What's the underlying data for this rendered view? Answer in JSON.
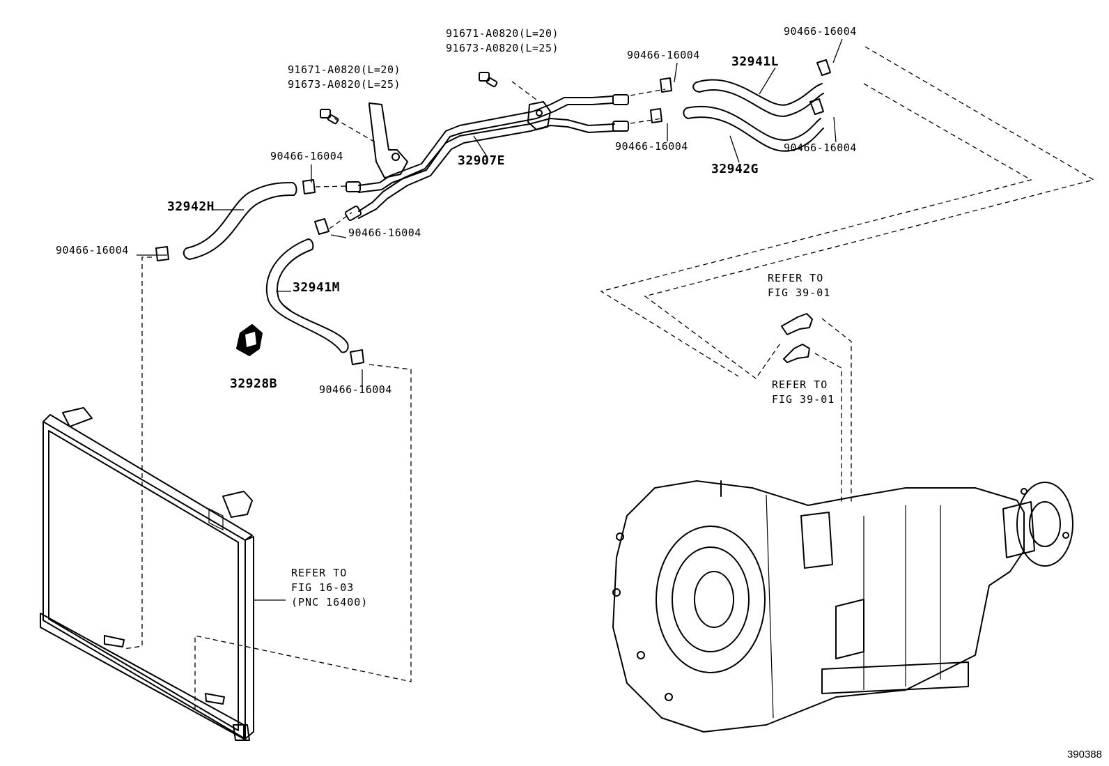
{
  "labels": {
    "clamp_top_right_upper": "90466-16004",
    "hose_32941L": "32941L",
    "clamp_mid_upper": "90466-16004",
    "bolt_center": "91671-A0820(L=20)\n91673-A0820(L=25)",
    "bolt_left": "91671-A0820(L=20)\n91673-A0820(L=25)",
    "tube_32907E": "32907E",
    "clamp_mid_lower": "90466-16004",
    "hose_32942G": "32942G",
    "clamp_top_right_lower": "90466-16004",
    "clamp_left_upper": "90466-16004",
    "hose_32942H": "32942H",
    "clamp_left_far": "90466-16004",
    "clamp_left_mid": "90466-16004",
    "hose_32941M": "32941M",
    "clamp_32928B": "32928B",
    "clamp_lower": "90466-16004",
    "refer_trans_upper": "REFER TO\nFIG 39-01",
    "refer_trans_lower": "REFER TO\nFIG 39-01",
    "refer_radiator": "REFER TO\nFIG 16-03\n(PNC 16400)",
    "figure_number": "390388"
  }
}
